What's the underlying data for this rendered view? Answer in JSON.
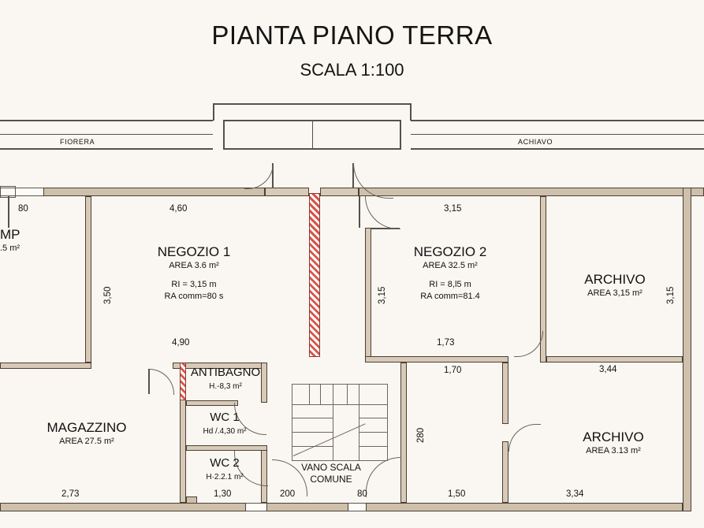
{
  "drawing": {
    "title": "PIANTA PIANO TERRA",
    "subtitle": "SCALA 1:100",
    "scale": "1:100"
  },
  "exterior_labels": {
    "balcony_left": "FIORERA",
    "balcony_right": "ACHIAVO"
  },
  "rooms": [
    {
      "id": "room-mp",
      "name": "MP",
      "area": ".5 m²",
      "clipped": true
    },
    {
      "id": "negozio-1",
      "name": "NEGOZIO 1",
      "area": "AREA 3.6 m²",
      "ri": "RI = 3,15 m",
      "ra": "RA comm=80 s"
    },
    {
      "id": "negozio-2",
      "name": "NEGOZIO 2",
      "area": "AREA 32.5 m²",
      "ri": "RI = 8,l5 m",
      "ra": "RA comm=81.4"
    },
    {
      "id": "archivo-top",
      "name": "ARCHIVO",
      "area": "AREA 3,15 m²"
    },
    {
      "id": "archivo-bottom",
      "name": "ARCHIVO",
      "area": "AREA 3.13 m²"
    },
    {
      "id": "magazzino",
      "name": "MAGAZZINO",
      "area": "AREA 27.5 m²"
    },
    {
      "id": "antibagno",
      "name": "ANTIBAGNO",
      "area": "H.-8,3 m²"
    },
    {
      "id": "wc-1",
      "name": "WC 1",
      "area": "Hd /.4,30 m²"
    },
    {
      "id": "wc-2",
      "name": "WC 2",
      "area": "H·2.2.1 m²"
    },
    {
      "id": "vano-scala",
      "name": "VANO SCALA",
      "area": "COMUNE"
    }
  ],
  "dimensions": {
    "negozio1_top": "4,60",
    "negozio1_bottom": "4,90",
    "negozio1_left_v": "3,50",
    "negozio2_top": "3,15",
    "negozio2_left_v": "3,15",
    "archivo_top_right_v": "3,15",
    "archivo_mid": "3,44",
    "archivo_bottom": "3,34",
    "corridor_top": "1,73",
    "corridor_second": "1,70",
    "corridor_left_v": "280",
    "left_window": "80",
    "magazzino_bottom": "2,73",
    "wc2_bottom": "1,30",
    "scala_left": "200",
    "scala_right": "80",
    "bottom_right_door": "1,50"
  },
  "colors": {
    "paper": "#faf7f2",
    "wall_fill": "#cfc0ab",
    "wall_stroke": "#4a4038",
    "new_wall_hatch": "#d8544a",
    "text": "#111111"
  }
}
